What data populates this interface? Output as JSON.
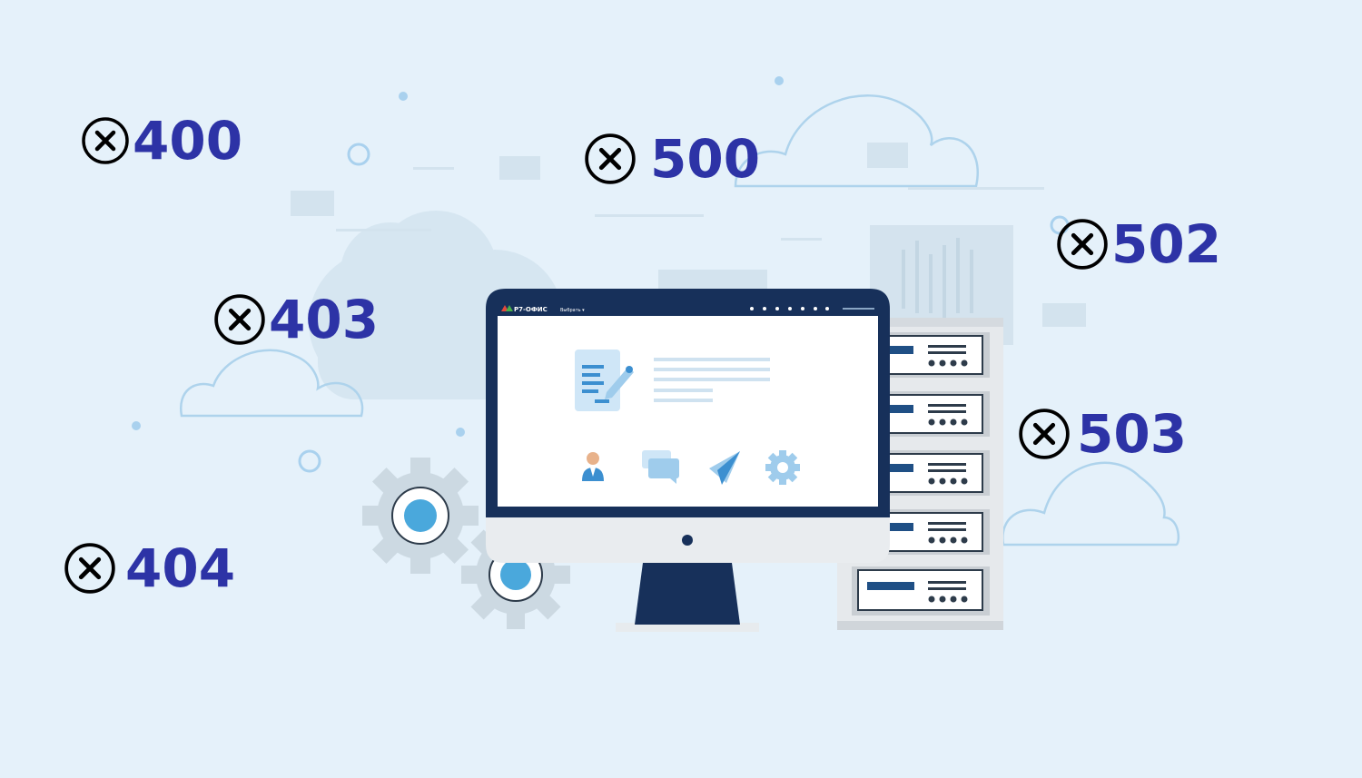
{
  "errors": {
    "e400": "400",
    "e500": "500",
    "e502": "502",
    "e403": "403",
    "e503": "503",
    "e404": "404"
  },
  "icons": {
    "error": "close-circle-icon",
    "doc": "document-edit-icon",
    "user": "user-icon",
    "chat": "chat-icon",
    "send": "paper-plane-icon",
    "settings": "gear-icon"
  },
  "screen": {
    "brand": "Р7-ОФИС",
    "menu": "Выбрать ▾"
  },
  "colors": {
    "background": "#e5f1fa",
    "error_text": "#2d33a6",
    "monitor_frame": "#17305a",
    "accent": "#4aa8dc"
  }
}
